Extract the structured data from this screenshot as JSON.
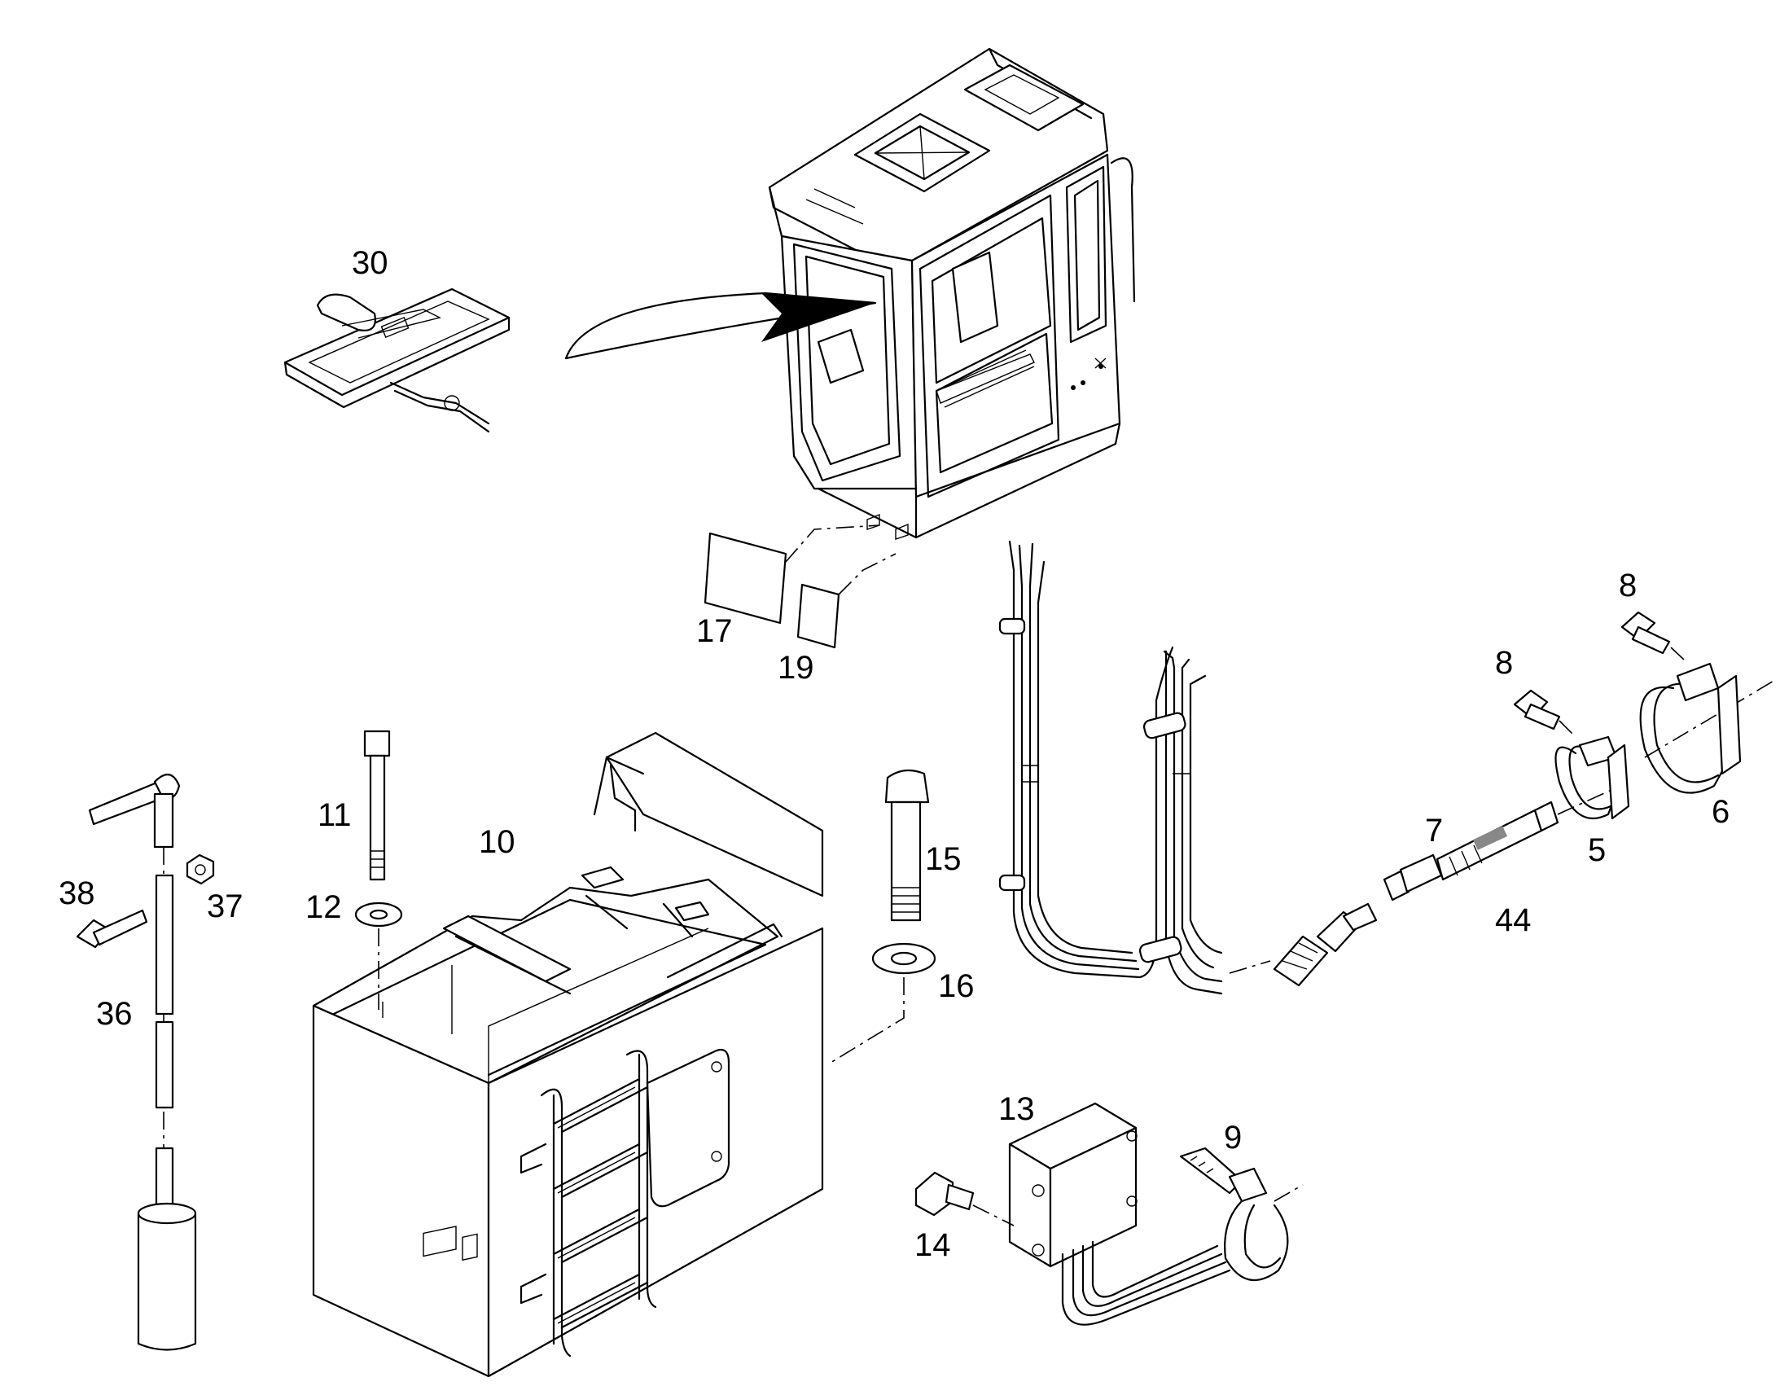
{
  "callouts": {
    "c30": "30",
    "c17": "17",
    "c19": "19",
    "c8a": "8",
    "c8b": "8",
    "c6": "6",
    "c5": "5",
    "c7": "7",
    "c44": "44",
    "c11": "11",
    "c10": "10",
    "c12": "12",
    "c15": "15",
    "c16": "16",
    "c38": "38",
    "c37": "37",
    "c36": "36",
    "c13": "13",
    "c9": "9",
    "c14": "14"
  }
}
